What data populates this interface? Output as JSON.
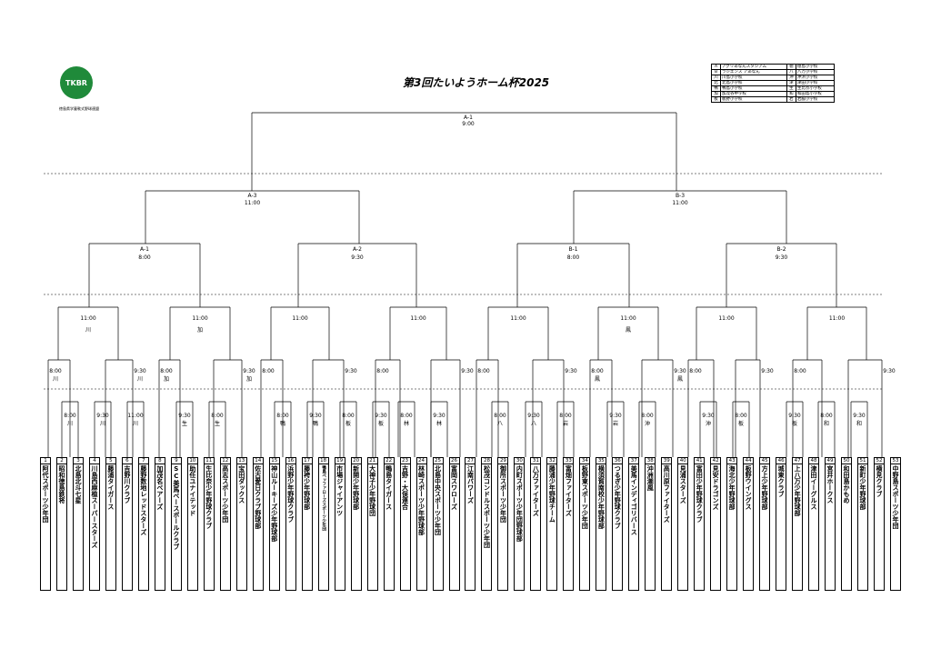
{
  "title": "第3回たいようホーム杯2025",
  "organizer": "徳島県学童軟式野球連盟",
  "logo_text": "TKBR",
  "legend": [
    [
      "A",
      "アグリあなんスタジアム",
      "徳",
      "徳島小学校"
    ],
    [
      "B",
      "ラジエンス アあなん",
      "八",
      "八万小学校"
    ],
    [
      "川",
      "川島小学校",
      "沖",
      "沖浜小学校"
    ],
    [
      "北",
      "北島小学校",
      "津",
      "津田小学校"
    ],
    [
      "鴨",
      "鴨島小学校",
      "生",
      "生比奈小学校"
    ],
    [
      "加",
      "加茂谷中学校",
      "和",
      "和田島小学校"
    ],
    [
      "板",
      "板野小学校",
      "岩",
      "岩脇小学校"
    ]
  ],
  "matches": {
    "final": {
      "code": "A-1",
      "time": "9:00"
    },
    "semis": [
      {
        "code": "A-3",
        "time": "11:00"
      },
      {
        "code": "B-3",
        "time": "11:00"
      }
    ],
    "qf": [
      {
        "code": "A-1",
        "time": "8:00"
      },
      {
        "code": "A-2",
        "time": "9:30"
      },
      {
        "code": "B-1",
        "time": "8:00"
      },
      {
        "code": "B-2",
        "time": "9:30"
      }
    ],
    "r16": [
      {
        "time": "11:00",
        "venue": "川"
      },
      {
        "time": "11:00",
        "venue": "加"
      },
      {
        "time": "11:00",
        "venue": ""
      },
      {
        "time": "11:00",
        "venue": ""
      },
      {
        "time": "11:00",
        "venue": ""
      },
      {
        "time": "11:00",
        "venue": "鳳"
      },
      {
        "time": "11:00",
        "venue": ""
      },
      {
        "time": "11:00",
        "venue": ""
      }
    ],
    "r32": [
      {
        "time": "8:00",
        "venue": "川"
      },
      {
        "time": "9:30",
        "venue": "川"
      },
      {
        "time": "8:00",
        "venue": "加"
      },
      {
        "time": "9:30",
        "venue": "加"
      },
      {
        "time": "8:00",
        "venue": ""
      },
      {
        "time": "9:30",
        "venue": ""
      },
      {
        "time": "8:00",
        "venue": ""
      },
      {
        "time": "9:30",
        "venue": ""
      },
      {
        "time": "8:00",
        "venue": ""
      },
      {
        "time": "9:30",
        "venue": ""
      },
      {
        "time": "8:00",
        "venue": "鳳"
      },
      {
        "time": "9:30",
        "venue": "鳳"
      },
      {
        "time": "8:00",
        "venue": ""
      },
      {
        "time": "9:30",
        "venue": ""
      },
      {
        "time": "8:00",
        "venue": ""
      },
      {
        "time": "9:30",
        "venue": ""
      }
    ],
    "r64": [
      {
        "time": "8:00",
        "venue": "川"
      },
      {
        "time": "9:30",
        "venue": "川"
      },
      {
        "time": "11:00",
        "venue": "川"
      },
      {
        "time": "9:30",
        "venue": "生"
      },
      {
        "time": "8:00",
        "venue": "生"
      },
      {
        "time": "8:00",
        "venue": "鴨"
      },
      {
        "time": "9:30",
        "venue": "鴨"
      },
      {
        "time": "8:00",
        "venue": "板"
      },
      {
        "time": "9:30",
        "venue": "板"
      },
      {
        "time": "8:00",
        "venue": "林"
      },
      {
        "time": "9:30",
        "venue": "林"
      },
      {
        "time": "8:00",
        "venue": "八"
      },
      {
        "time": "9:30",
        "venue": "八"
      },
      {
        "time": "8:00",
        "venue": "岩"
      },
      {
        "time": "9:30",
        "venue": "岩"
      },
      {
        "time": "8:00",
        "venue": "沖"
      },
      {
        "time": "9:30",
        "venue": "沖"
      },
      {
        "time": "8:00",
        "venue": "板"
      },
      {
        "time": "9:30",
        "venue": "板"
      },
      {
        "time": "8:00",
        "venue": "和"
      },
      {
        "time": "9:30",
        "venue": "和"
      }
    ]
  },
  "teams": [
    {
      "num": "1",
      "name": "阿代スポーツ少年団"
    },
    {
      "num": "2",
      "name": "昭和徳島鉄将"
    },
    {
      "num": "3",
      "name": "北島北斗七星"
    },
    {
      "num": "4",
      "name": "川島西麻植スーパースターズ"
    },
    {
      "num": "5",
      "name": "藤浦タイガース"
    },
    {
      "num": "6",
      "name": "吉野川クラブ"
    },
    {
      "num": "7",
      "name": "藤野数地レッドスターズ"
    },
    {
      "num": "8",
      "name": "加茂名ベアーズ"
    },
    {
      "num": "9",
      "name": "SC美馬ベースボールクラブ"
    },
    {
      "num": "10",
      "name": "助任ユナイテッド"
    },
    {
      "num": "11",
      "name": "生比奈少年野球クラブ"
    },
    {
      "num": "12",
      "name": "高志スポーツ少年団"
    },
    {
      "num": "13",
      "name": "宝田ダックス"
    },
    {
      "num": "14",
      "name": "佐古愛日クラブ野球部"
    },
    {
      "num": "15",
      "name": "神山ルーキーズ少年野球部"
    },
    {
      "num": "16",
      "name": "浜野少年野球クラブ"
    },
    {
      "num": "17",
      "name": "藤袴少年野球部"
    },
    {
      "num": "18",
      "name": "鴨島ペッファローズスポーツ少年団",
      "small": true
    },
    {
      "num": "19",
      "name": "市場ジャイアンツ"
    },
    {
      "num": "20",
      "name": "新開少年野球部"
    },
    {
      "num": "21",
      "name": "大神子少年野球団"
    },
    {
      "num": "22",
      "name": "鴨島タイガース"
    },
    {
      "num": "23",
      "name": "吉野・大俣連合"
    },
    {
      "num": "24",
      "name": "林崎スポーツ少年野球部"
    },
    {
      "num": "25",
      "name": "北島中央スポーツ少年団"
    },
    {
      "num": "26",
      "name": "富岡スワローズ"
    },
    {
      "num": "27",
      "name": "江南パワーズ"
    },
    {
      "num": "28",
      "name": "松茂コンドルスポーツ少年団"
    },
    {
      "num": "29",
      "name": "御所スポーツ少年団"
    },
    {
      "num": "30",
      "name": "内町スポーツ少年団野球部"
    },
    {
      "num": "31",
      "name": "八万ファイターズ"
    },
    {
      "num": "32",
      "name": "藤浦少年野球チーム"
    },
    {
      "num": "33",
      "name": "富畑ファイターズ"
    },
    {
      "num": "34",
      "name": "板野東スポーツ少年団"
    },
    {
      "num": "35",
      "name": "横須賀南校少年野球部"
    },
    {
      "num": "36",
      "name": "つるぎ少年野球クラブ"
    },
    {
      "num": "37",
      "name": "美馬インディゴリバース"
    },
    {
      "num": "38",
      "name": "沖洲潮風"
    },
    {
      "num": "39",
      "name": "高川原ファイターズ"
    },
    {
      "num": "40",
      "name": "見浦スターズ"
    },
    {
      "num": "41",
      "name": "富田少年野球クラブ"
    },
    {
      "num": "42",
      "name": "見安ドラゴンズ"
    },
    {
      "num": "43",
      "name": "海北少年野球部"
    },
    {
      "num": "44",
      "name": "板野ウイングス"
    },
    {
      "num": "45",
      "name": "方上少年野球部"
    },
    {
      "num": "46",
      "name": "城東クラブ"
    },
    {
      "num": "47",
      "name": "上八万少年野球部"
    },
    {
      "num": "48",
      "name": "津田イーグルス"
    },
    {
      "num": "49",
      "name": "宮井ホークス"
    },
    {
      "num": "50",
      "name": "和田島かもめ"
    },
    {
      "num": "51",
      "name": "新町少年野球部"
    },
    {
      "num": "52",
      "name": "横見クラブ"
    },
    {
      "num": "53",
      "name": "中野島スポーツ少年団"
    }
  ]
}
